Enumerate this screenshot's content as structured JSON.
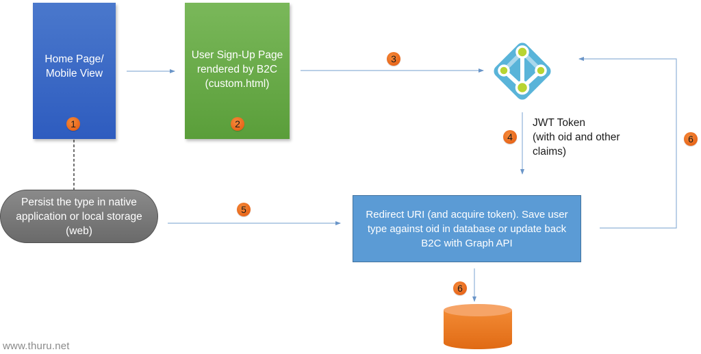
{
  "nodes": {
    "home": {
      "label": "Home Page/ Mobile View",
      "lines": [
        "Home Page/",
        "Mobile View"
      ],
      "step": "1"
    },
    "signup": {
      "label": "User Sign-Up Page rendered by B2C (custom.html)",
      "lines": [
        "User Sign-Up Page",
        "rendered by B2C",
        "(custom.html)"
      ],
      "step": "2"
    },
    "persist": {
      "lines": [
        "Persist the type in native",
        "application or local storage",
        "(web)"
      ]
    },
    "redirect": {
      "lines": [
        "Redirect URI (and acquire token). Save user",
        "type against oid in database or update back",
        "B2C with Graph API"
      ]
    },
    "identity": {
      "icon": "azure-ad-b2c-icon"
    },
    "database": {
      "icon": "database-cylinder-icon"
    }
  },
  "edges": {
    "step3": "3",
    "step4": "4",
    "step5": "5",
    "step6_right": "6",
    "step6_db": "6"
  },
  "jwt_label": {
    "lines": [
      "JWT Token",
      "(with oid and other",
      "claims)"
    ]
  },
  "colors": {
    "home": "#3b6bc6",
    "signup": "#6aab48",
    "persist": "#7a7a7a",
    "redirect": "#5b9bd5",
    "badge": "#e8661a",
    "connector": "#7ea6cf",
    "identity_bg": "#59b4d9",
    "identity_node": "#b8d432",
    "database": "#ee7a22"
  },
  "watermark": "www.thuru.net"
}
